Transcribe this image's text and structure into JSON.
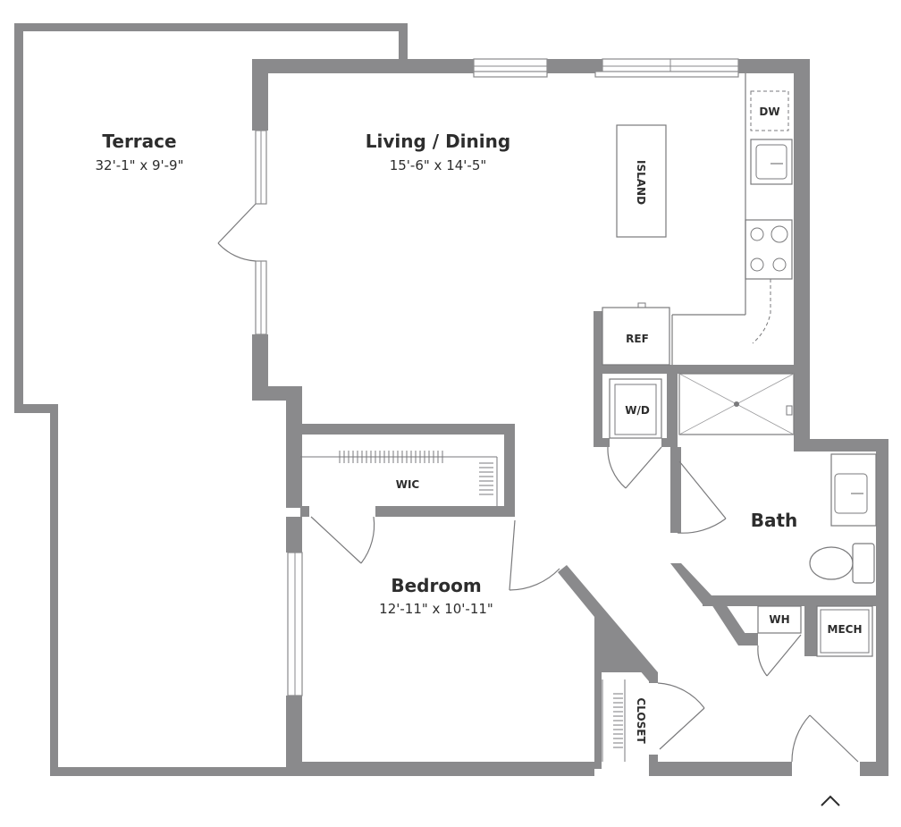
{
  "rooms": {
    "terrace": {
      "name": "Terrace",
      "dims": "32'-1\" x 9'-9\""
    },
    "living": {
      "name": "Living / Dining",
      "dims": "15'-6\" x 14'-5\""
    },
    "bedroom": {
      "name": "Bedroom",
      "dims": "12'-11\" x 10'-11\""
    },
    "bath": {
      "name": "Bath"
    }
  },
  "fixtures": {
    "dw": "DW",
    "island": "ISLAND",
    "ref": "REF",
    "wd": "W/D",
    "wic": "WIC",
    "wh": "WH",
    "mech": "MECH",
    "closet": "CLOSET"
  },
  "icons": {
    "entry": "chevron-up-icon"
  },
  "colors": {
    "wall": "#8a8a8c",
    "text": "#2d2d2d"
  }
}
